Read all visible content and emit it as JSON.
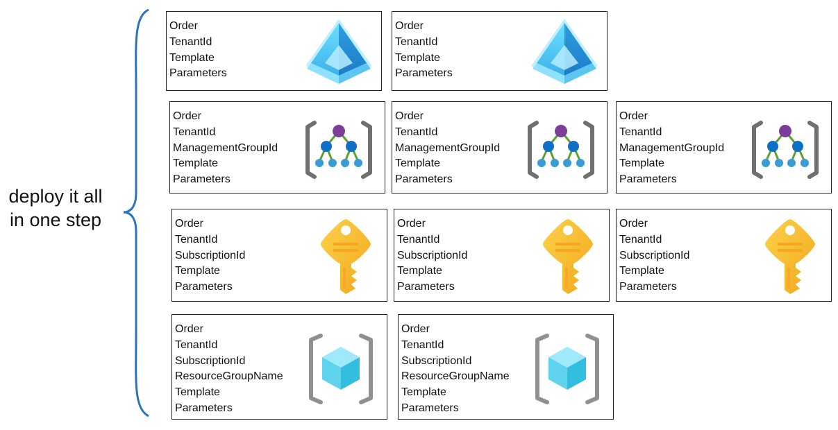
{
  "caption": {
    "line1": "deploy it all",
    "line2": "in one step"
  },
  "rows": [
    {
      "name": "tenant",
      "icon": "azure-ad-pyramid-icon",
      "cards": [
        {
          "fields": [
            "Order",
            "TenantId",
            "Template",
            "Parameters"
          ]
        },
        {
          "fields": [
            "Order",
            "TenantId",
            "Template",
            "Parameters"
          ]
        }
      ]
    },
    {
      "name": "management-group",
      "icon": "management-group-hierarchy-icon",
      "cards": [
        {
          "fields": [
            "Order",
            "TenantId",
            "ManagementGroupId",
            "Template",
            "Parameters"
          ]
        },
        {
          "fields": [
            "Order",
            "TenantId",
            "ManagementGroupId",
            "Template",
            "Parameters"
          ]
        },
        {
          "fields": [
            "Order",
            "TenantId",
            "ManagementGroupId",
            "Template",
            "Parameters"
          ]
        }
      ]
    },
    {
      "name": "subscription",
      "icon": "subscription-key-icon",
      "cards": [
        {
          "fields": [
            "Order",
            "TenantId",
            "SubscriptionId",
            "Template",
            "Parameters"
          ]
        },
        {
          "fields": [
            "Order",
            "TenantId",
            "SubscriptionId",
            "Template",
            "Parameters"
          ]
        },
        {
          "fields": [
            "Order",
            "TenantId",
            "SubscriptionId",
            "Template",
            "Parameters"
          ]
        }
      ]
    },
    {
      "name": "resource-group",
      "icon": "resource-group-cube-icon",
      "cards": [
        {
          "fields": [
            "Order",
            "TenantId",
            "SubscriptionId",
            "ResourceGroupName",
            "Template",
            "Parameters"
          ]
        },
        {
          "fields": [
            "Order",
            "TenantId",
            "SubscriptionId",
            "ResourceGroupName",
            "Template",
            "Parameters"
          ]
        }
      ]
    }
  ],
  "colors": {
    "brace": "#2e74b5",
    "border": "#222222",
    "pyramid": "#50c8f0",
    "hierarchy_top": "#7b3f99",
    "hierarchy_mid": "#0f6fc6",
    "hierarchy_leaf": "#3a9bd5",
    "hierarchy_line": "#5ea02f",
    "bracket": "#707070",
    "key": "#f7c32c",
    "cube": "#5fd3ee"
  }
}
